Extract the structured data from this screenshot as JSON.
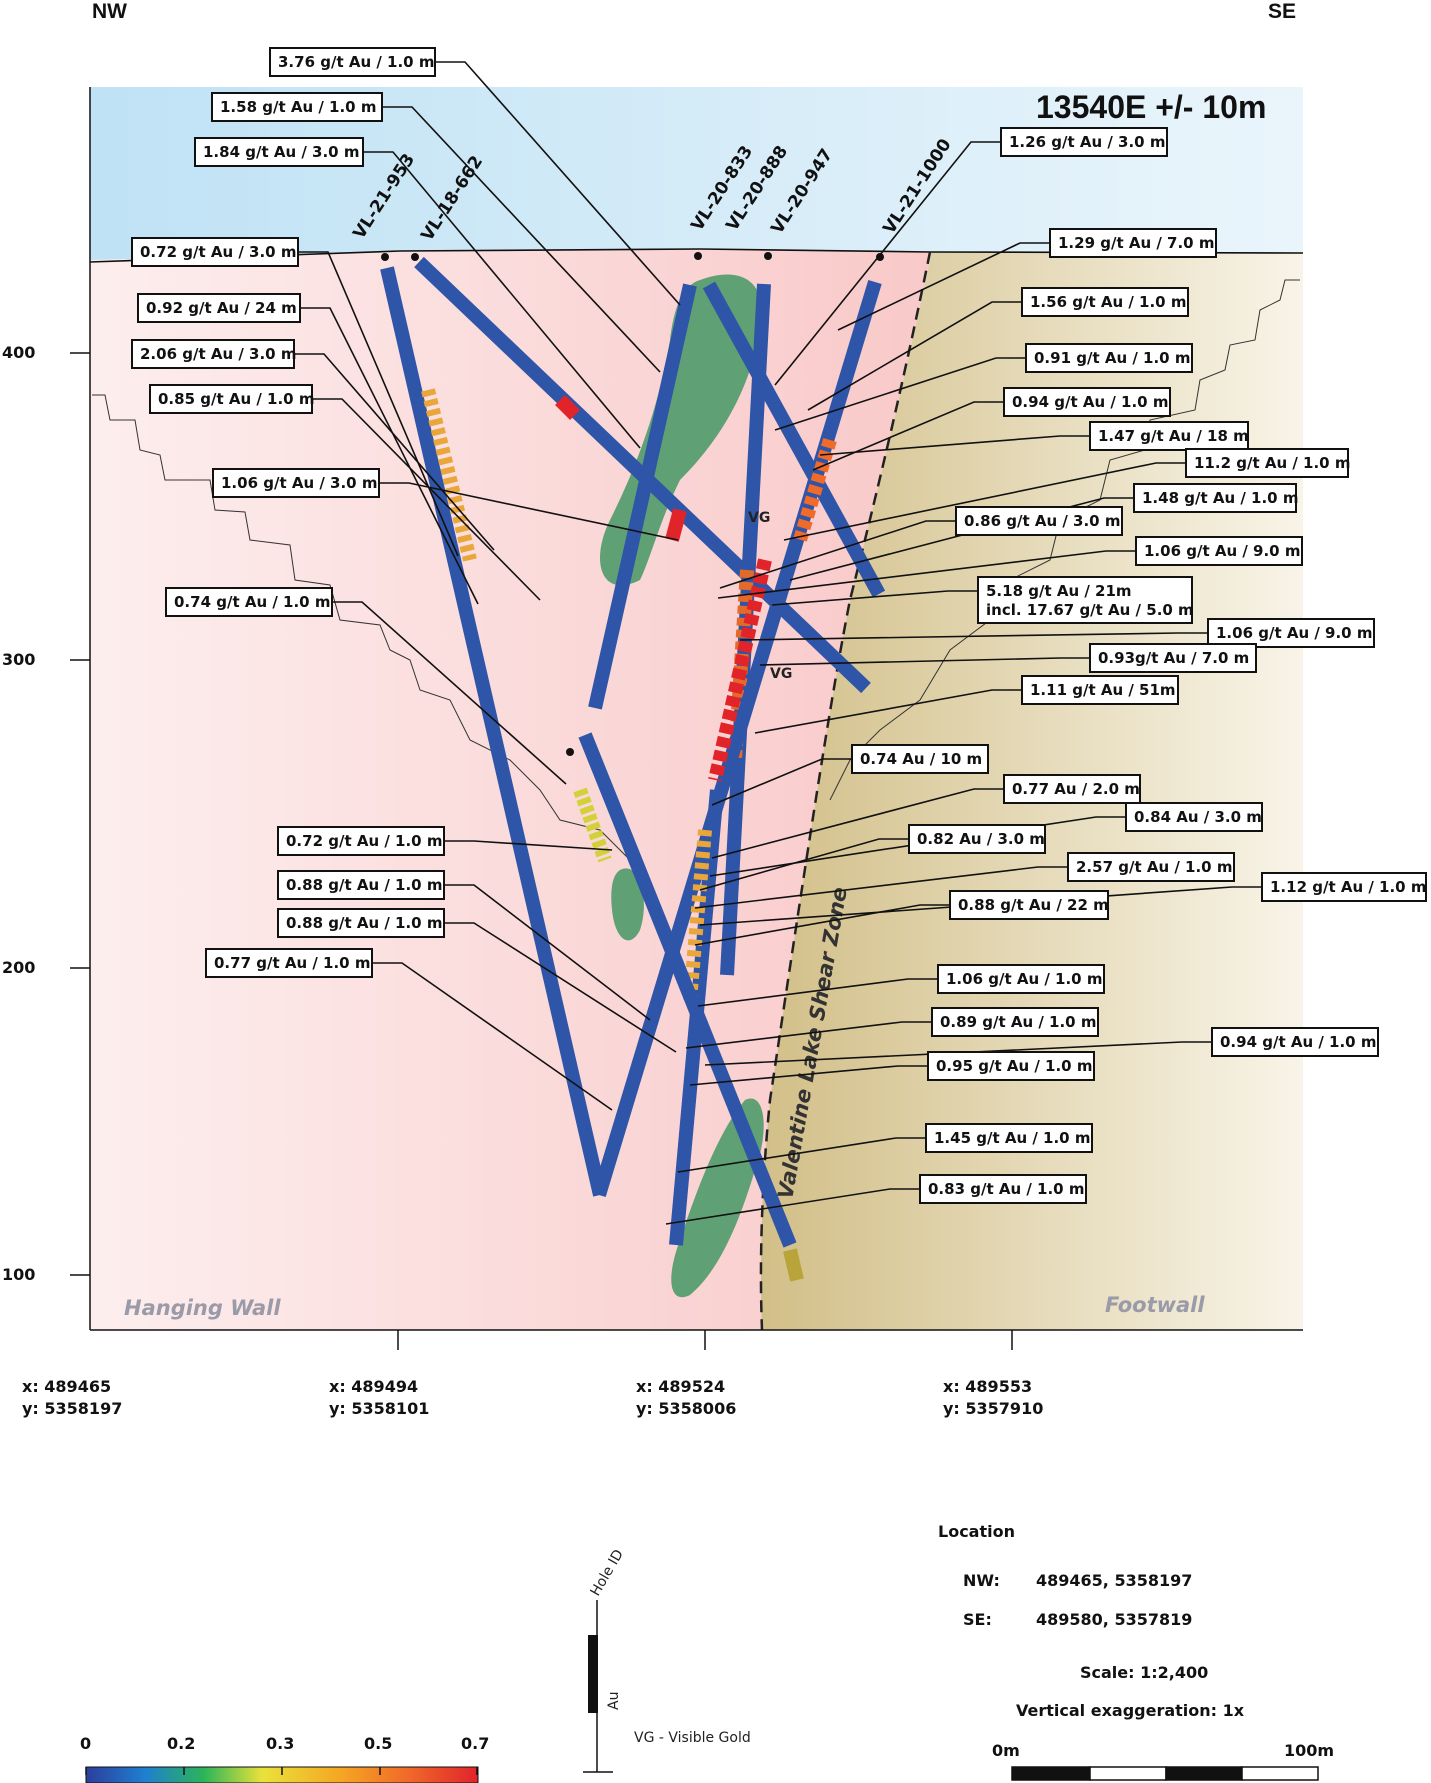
{
  "header": {
    "nw": "NW",
    "se": "SE",
    "section_title": "13540E +/- 10m"
  },
  "elevations": [
    "400",
    "300",
    "200",
    "100"
  ],
  "holes": [
    "VL-21-953",
    "VL-18-662",
    "VL-20-833",
    "VL-20-888",
    "VL-20-947",
    "VL-21-1000"
  ],
  "zones": {
    "hanging_wall": "Hanging Wall",
    "footwall": "Footwall",
    "shear_zone": "Valentine Lake Shear Zone",
    "vg_marker": "VG"
  },
  "intercepts": [
    "3.76 g/t Au / 1.0 m",
    "1.58 g/t Au / 1.0 m",
    "1.84 g/t Au / 3.0 m",
    "1.26 g/t Au / 3.0 m",
    "0.72 g/t Au / 3.0 m",
    "1.29 g/t Au / 7.0 m",
    "0.92 g/t Au / 24 m",
    "1.56 g/t Au / 1.0 m",
    "2.06 g/t Au / 3.0 m",
    "0.91 g/t Au / 1.0 m",
    "0.85 g/t Au / 1.0 m",
    "0.94 g/t Au / 1.0 m",
    "1.47 g/t Au / 18 m",
    "11.2 g/t Au / 1.0 m",
    "1.06 g/t Au / 3.0 m",
    "1.48 g/t Au / 1.0 m",
    "0.86 g/t Au / 3.0 m",
    "1.06 g/t Au / 9.0 m",
    "0.74 g/t Au / 1.0 m",
    "5.18 g/t Au / 21m",
    "incl. 17.67 g/t Au / 5.0 m",
    "1.06 g/t Au / 9.0 m",
    "0.93g/t Au / 7.0 m",
    "1.11 g/t Au / 51m",
    "0.74 Au / 10 m",
    "0.77 Au / 2.0 m",
    "0.84 Au / 3.0 m",
    "0.72 g/t Au / 1.0 m",
    "0.82 Au / 3.0 m",
    "2.57 g/t Au / 1.0 m",
    "0.88 g/t Au / 1.0 m",
    "1.12 g/t Au / 1.0 m",
    "0.88 g/t Au / 1.0 m",
    "0.88 g/t Au / 22 m",
    "0.77 g/t Au / 1.0 m",
    "1.06 g/t Au / 1.0 m",
    "0.89 g/t Au / 1.0 m",
    "0.94 g/t Au / 1.0 m",
    "0.95 g/t Au / 1.0 m",
    "1.45 g/t Au / 1.0 m",
    "0.83 g/t Au / 1.0 m"
  ],
  "bottom_coords": [
    {
      "x": "x: 489465",
      "y": "y: 5358197"
    },
    {
      "x": "x: 489494",
      "y": "y: 5358101"
    },
    {
      "x": "x: 489524",
      "y": "y: 5358006"
    },
    {
      "x": "x: 489553",
      "y": "y: 5357910"
    }
  ],
  "legend": {
    "location_title": "Location",
    "nw_label": "NW:",
    "nw_value": "489465, 5358197",
    "se_label": "SE:",
    "se_value": "489580, 5357819",
    "scale": "Scale: 1:2,400",
    "vertical_exaggeration": "Vertical exaggeration: 1x",
    "scale_start": "0m",
    "scale_end": "100m",
    "hole_id": "Hole ID",
    "au": "Au",
    "vg_note": "VG - Visible Gold",
    "color_ticks": [
      "0",
      "0.2",
      "0.3",
      "0.5",
      "0.7"
    ]
  },
  "colors": {
    "sky": "#d6ecf8",
    "hanging_wall": "#fbd7d7",
    "footwall": "#d8c99a",
    "intrusion": "#4f9a6a",
    "drill_trace": "#2f55a8"
  }
}
